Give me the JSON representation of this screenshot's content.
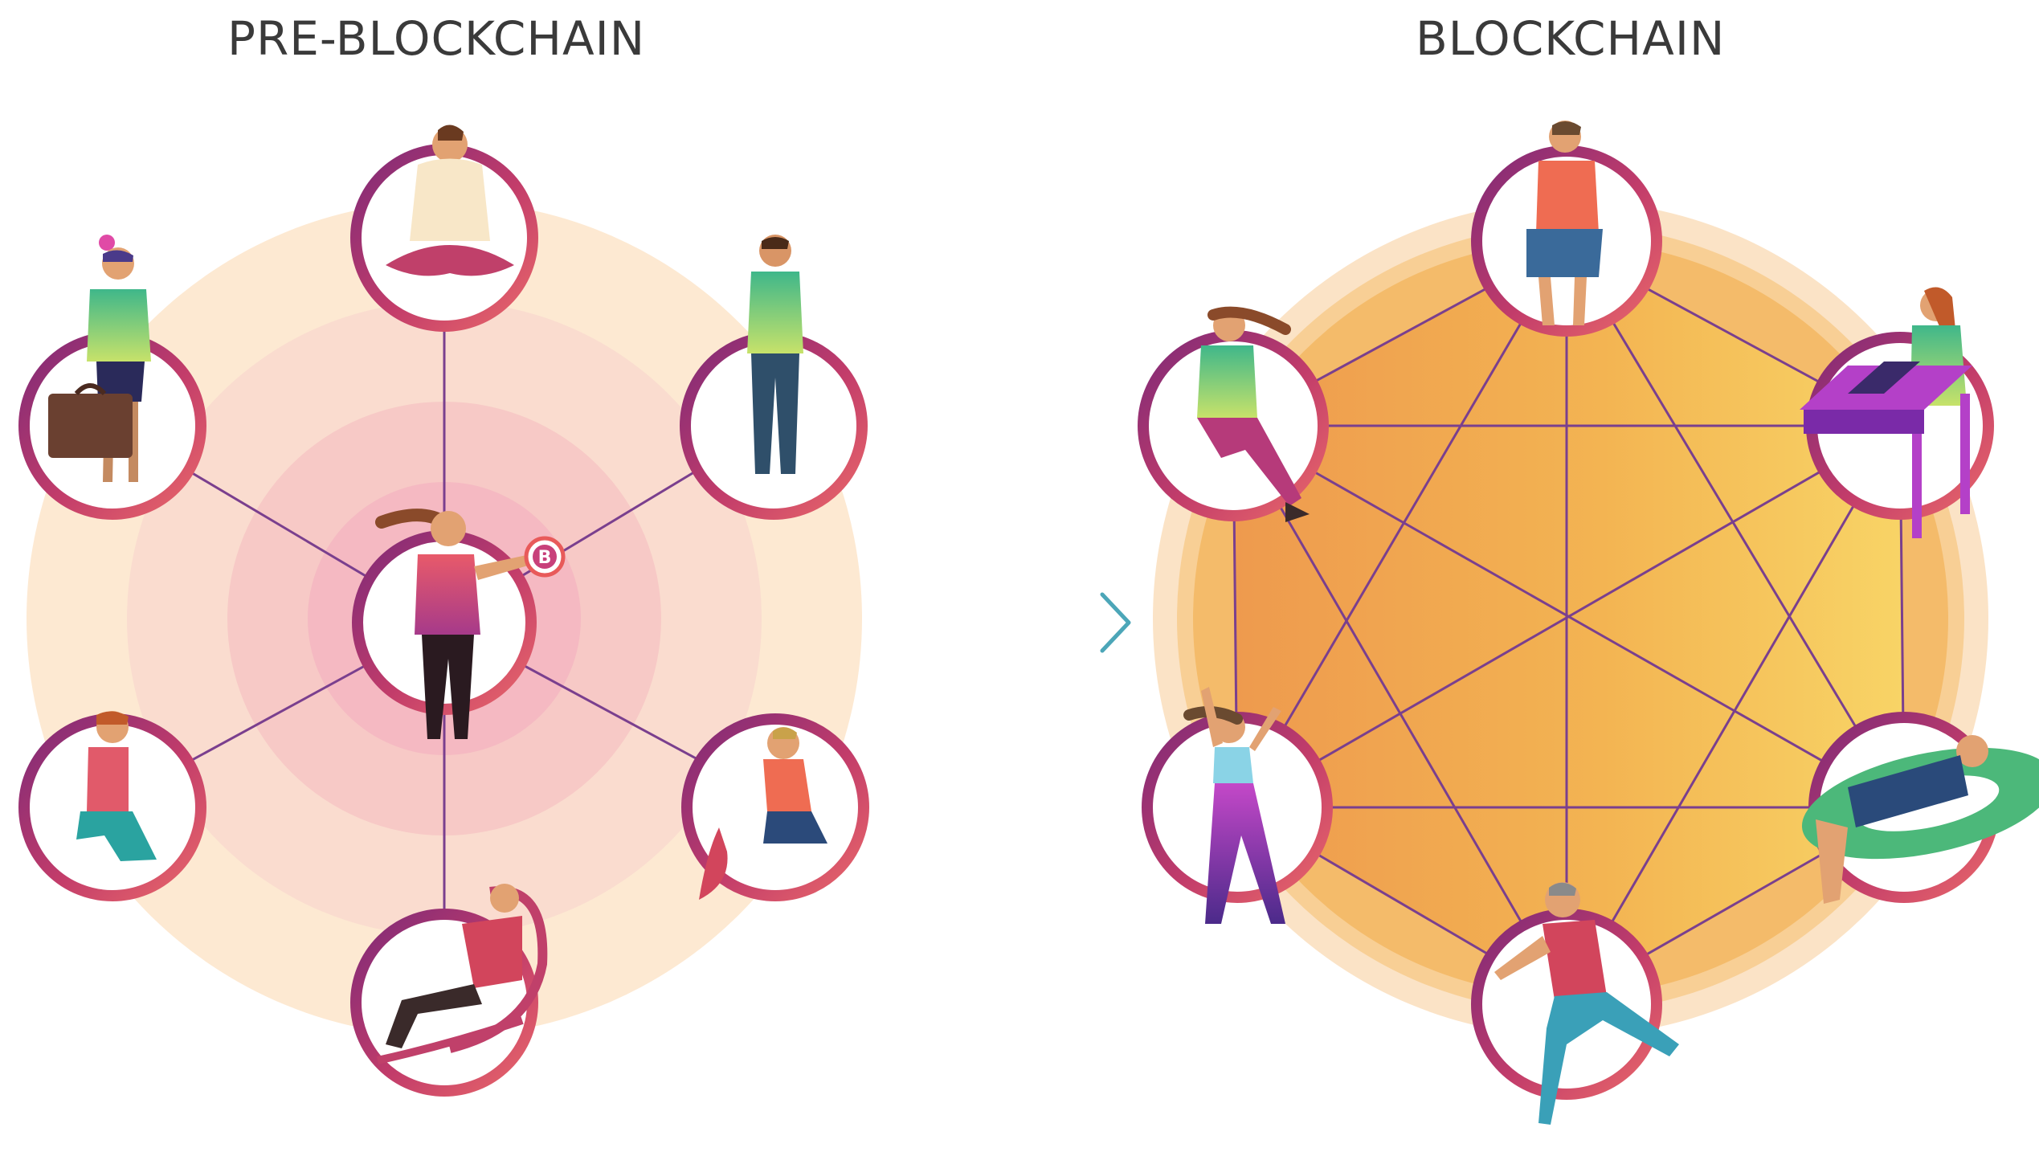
{
  "panels": {
    "left": {
      "title": "PRE-BLOCKCHAIN",
      "topology": "centralized",
      "hub_badge": "B",
      "nodes": [
        {
          "id": "meditating-person"
        },
        {
          "id": "standing-man"
        },
        {
          "id": "kneeling-with-cat"
        },
        {
          "id": "rocking-chair-elder"
        },
        {
          "id": "kneeling-person"
        },
        {
          "id": "person-with-briefcase"
        }
      ],
      "hub": {
        "id": "person-holding-coin"
      }
    },
    "right": {
      "title": "BLOCKCHAIN",
      "topology": "fully-connected",
      "nodes": [
        {
          "id": "sitting-person"
        },
        {
          "id": "laptop-worker"
        },
        {
          "id": "lounging-person"
        },
        {
          "id": "running-person"
        },
        {
          "id": "dancing-person"
        },
        {
          "id": "sitting-woman"
        }
      ]
    }
  },
  "colors": {
    "ring": "#8c2f6e",
    "ring_accent": "#e85a5a",
    "line": "#7a3f8e",
    "halo_outer": "#fbe3c6",
    "hex_fill_warm": "#f2a64a",
    "hex_fill_light": "#f7cf60",
    "arrow_start": "#d65870",
    "arrow_end": "#4ca6b8",
    "title_text": "#3a3a3a"
  }
}
